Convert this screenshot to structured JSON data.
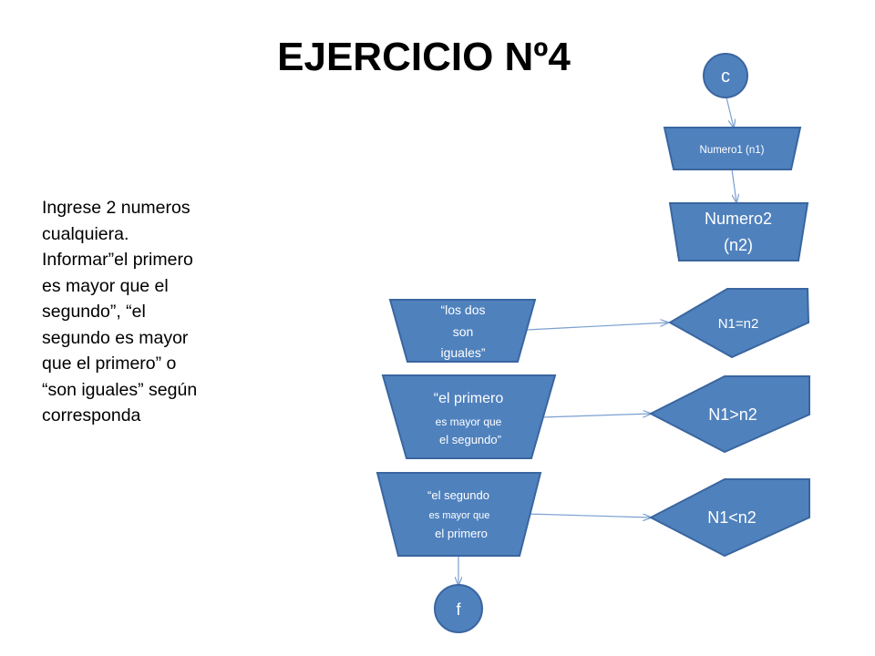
{
  "title": "EJERCICIO Nº4",
  "description": "Ingrese 2 numeros cualquiera. Informar”el primero es mayor que el segundo”, “el segundo es mayor que el primero” o “son iguales” según corresponda",
  "nodes": {
    "start": "c",
    "input1": "Numero1 (n1)",
    "input2": [
      "Numero2",
      "(n2)"
    ],
    "cond_eq": "N1=n2",
    "cond_gt": "N1>n2",
    "cond_lt": "N1<n2",
    "out_eq": [
      "“los dos",
      "son",
      "iguales”"
    ],
    "out_gt": [
      "“el primero",
      "es mayor que",
      "el segundo”"
    ],
    "out_lt": [
      "“el segundo",
      "es mayor que",
      "el primero"
    ],
    "end": "f"
  },
  "colors": {
    "shape_fill": "#4f81bd",
    "shape_stroke": "#3a66a0",
    "text": "#ffffff",
    "edge": "#7aa0d0"
  }
}
